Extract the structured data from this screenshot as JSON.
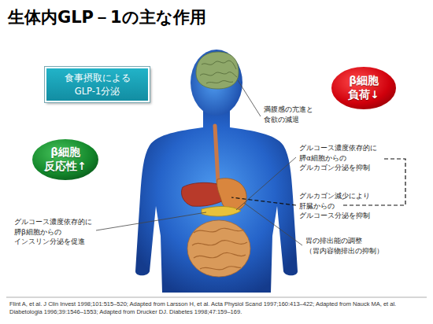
{
  "diagram": {
    "title": "生体内GLP－1の主な作用",
    "nodes": [
      {
        "text": [
          "食事摂取による GLP-1分泌"
        ]
      },
      {
        "text": [
          "β細胞 負荷↓"
        ]
      },
      {
        "text": [
          "β細胞 反応性↑"
        ]
      }
    ],
    "labels": [
      "満腹感の亢進と 食欲の減退",
      "グルコース濃度依存的に 膵α細胞からの グルカゴン分泌を抑制",
      "グルカゴン減少により 肝臓からの グルコース分泌を抑制",
      "グルコース濃度依存的に 膵β細胞からの インスリン分泌を促進",
      "胃の排出能の調整 （胃内容物排出の抑制）",
      "Flint A, et al. J Clin Invest 1998;101:515–520; Adapted from Larsson H, et al. Acta Physiol Scand 1997;160:413–422; Adapted from Nauck MA, et al. Diabetologia 1996;39:1546–1553; Adapted from Drucker DJ. Diabetes 1998;47:159–169."
    ]
  }
}
